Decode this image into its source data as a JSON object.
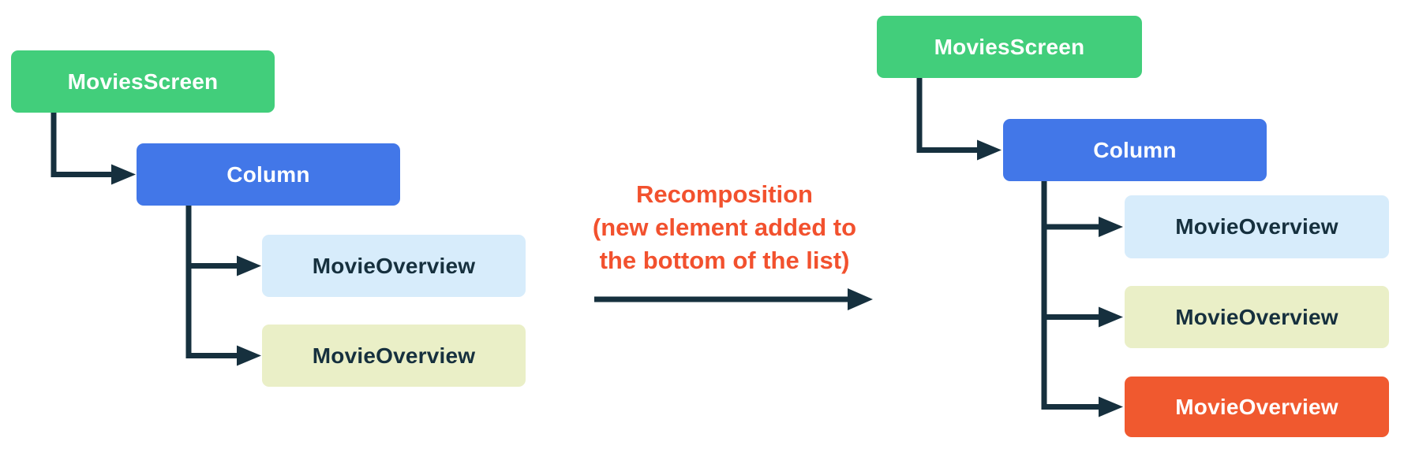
{
  "diagram": {
    "colors": {
      "screen_green": "#42CE7B",
      "column_blue": "#4277E8",
      "overview_light_blue": "#D7ECFB",
      "overview_pale_green": "#EAEFC7",
      "overview_orange": "#F0592F",
      "connector_dark": "#16303E",
      "dark_text": "#16303E",
      "light_text": "#FFFFFF",
      "annotation_orange": "#F2512E"
    },
    "left_tree": {
      "nodes": [
        {
          "label": "MoviesScreen"
        },
        {
          "label": "Column"
        },
        {
          "label": "MovieOverview"
        },
        {
          "label": "MovieOverview"
        }
      ]
    },
    "right_tree": {
      "nodes": [
        {
          "label": "MoviesScreen"
        },
        {
          "label": "Column"
        },
        {
          "label": "MovieOverview"
        },
        {
          "label": "MovieOverview"
        },
        {
          "label": "MovieOverview"
        }
      ]
    },
    "annotation": {
      "lines": [
        "Recomposition",
        "(new element added to",
        "the bottom of the list)"
      ]
    }
  }
}
